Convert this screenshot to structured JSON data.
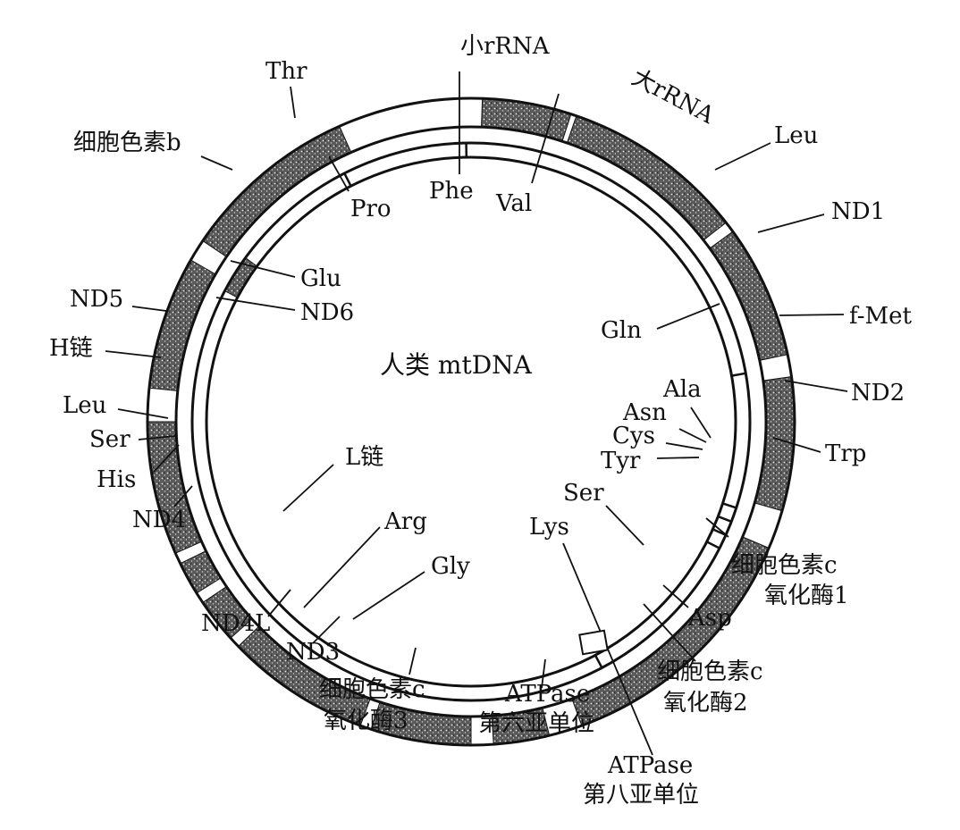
{
  "center_title": "人类 mtDNA",
  "outer_labels": {
    "small_rrna": "小rRNA",
    "large_rrna": "大rRNA",
    "thr": "Thr",
    "cytb": "细胞色素b",
    "leu_top": "Leu",
    "nd1": "ND1",
    "fmet": "f-Met",
    "nd2": "ND2",
    "trp": "Trp",
    "nd5": "ND5",
    "h_chain": "H链",
    "leu_left": "Leu",
    "ser_left": "Ser",
    "his": "His",
    "nd4": "ND4",
    "nd4l": "ND4L",
    "nd3": "ND3",
    "cox3_line1": "细胞色素c",
    "cox3_line2": "氧化酶3",
    "atp6_line1": "ATPase",
    "atp6_line2": "第六亚单位",
    "atp8_line1": "ATPase",
    "atp8_line2": "第八亚单位",
    "cox2_line1": "细胞色素c",
    "cox2_line2": "氧化酶2",
    "asp": "Asp",
    "cox1_line1": "细胞色素c",
    "cox1_line2": "氧化酶1"
  },
  "inner_labels": {
    "phe": "Phe",
    "val": "Val",
    "pro": "Pro",
    "glu": "Glu",
    "nd6": "ND6",
    "gln": "Gln",
    "ala": "Ala",
    "asn": "Asn",
    "cys": "Cys",
    "tyr": "Tyr",
    "ser_inner": "Ser",
    "lys": "Lys",
    "l_chain": "L链",
    "arg": "Arg",
    "gly": "Gly"
  }
}
